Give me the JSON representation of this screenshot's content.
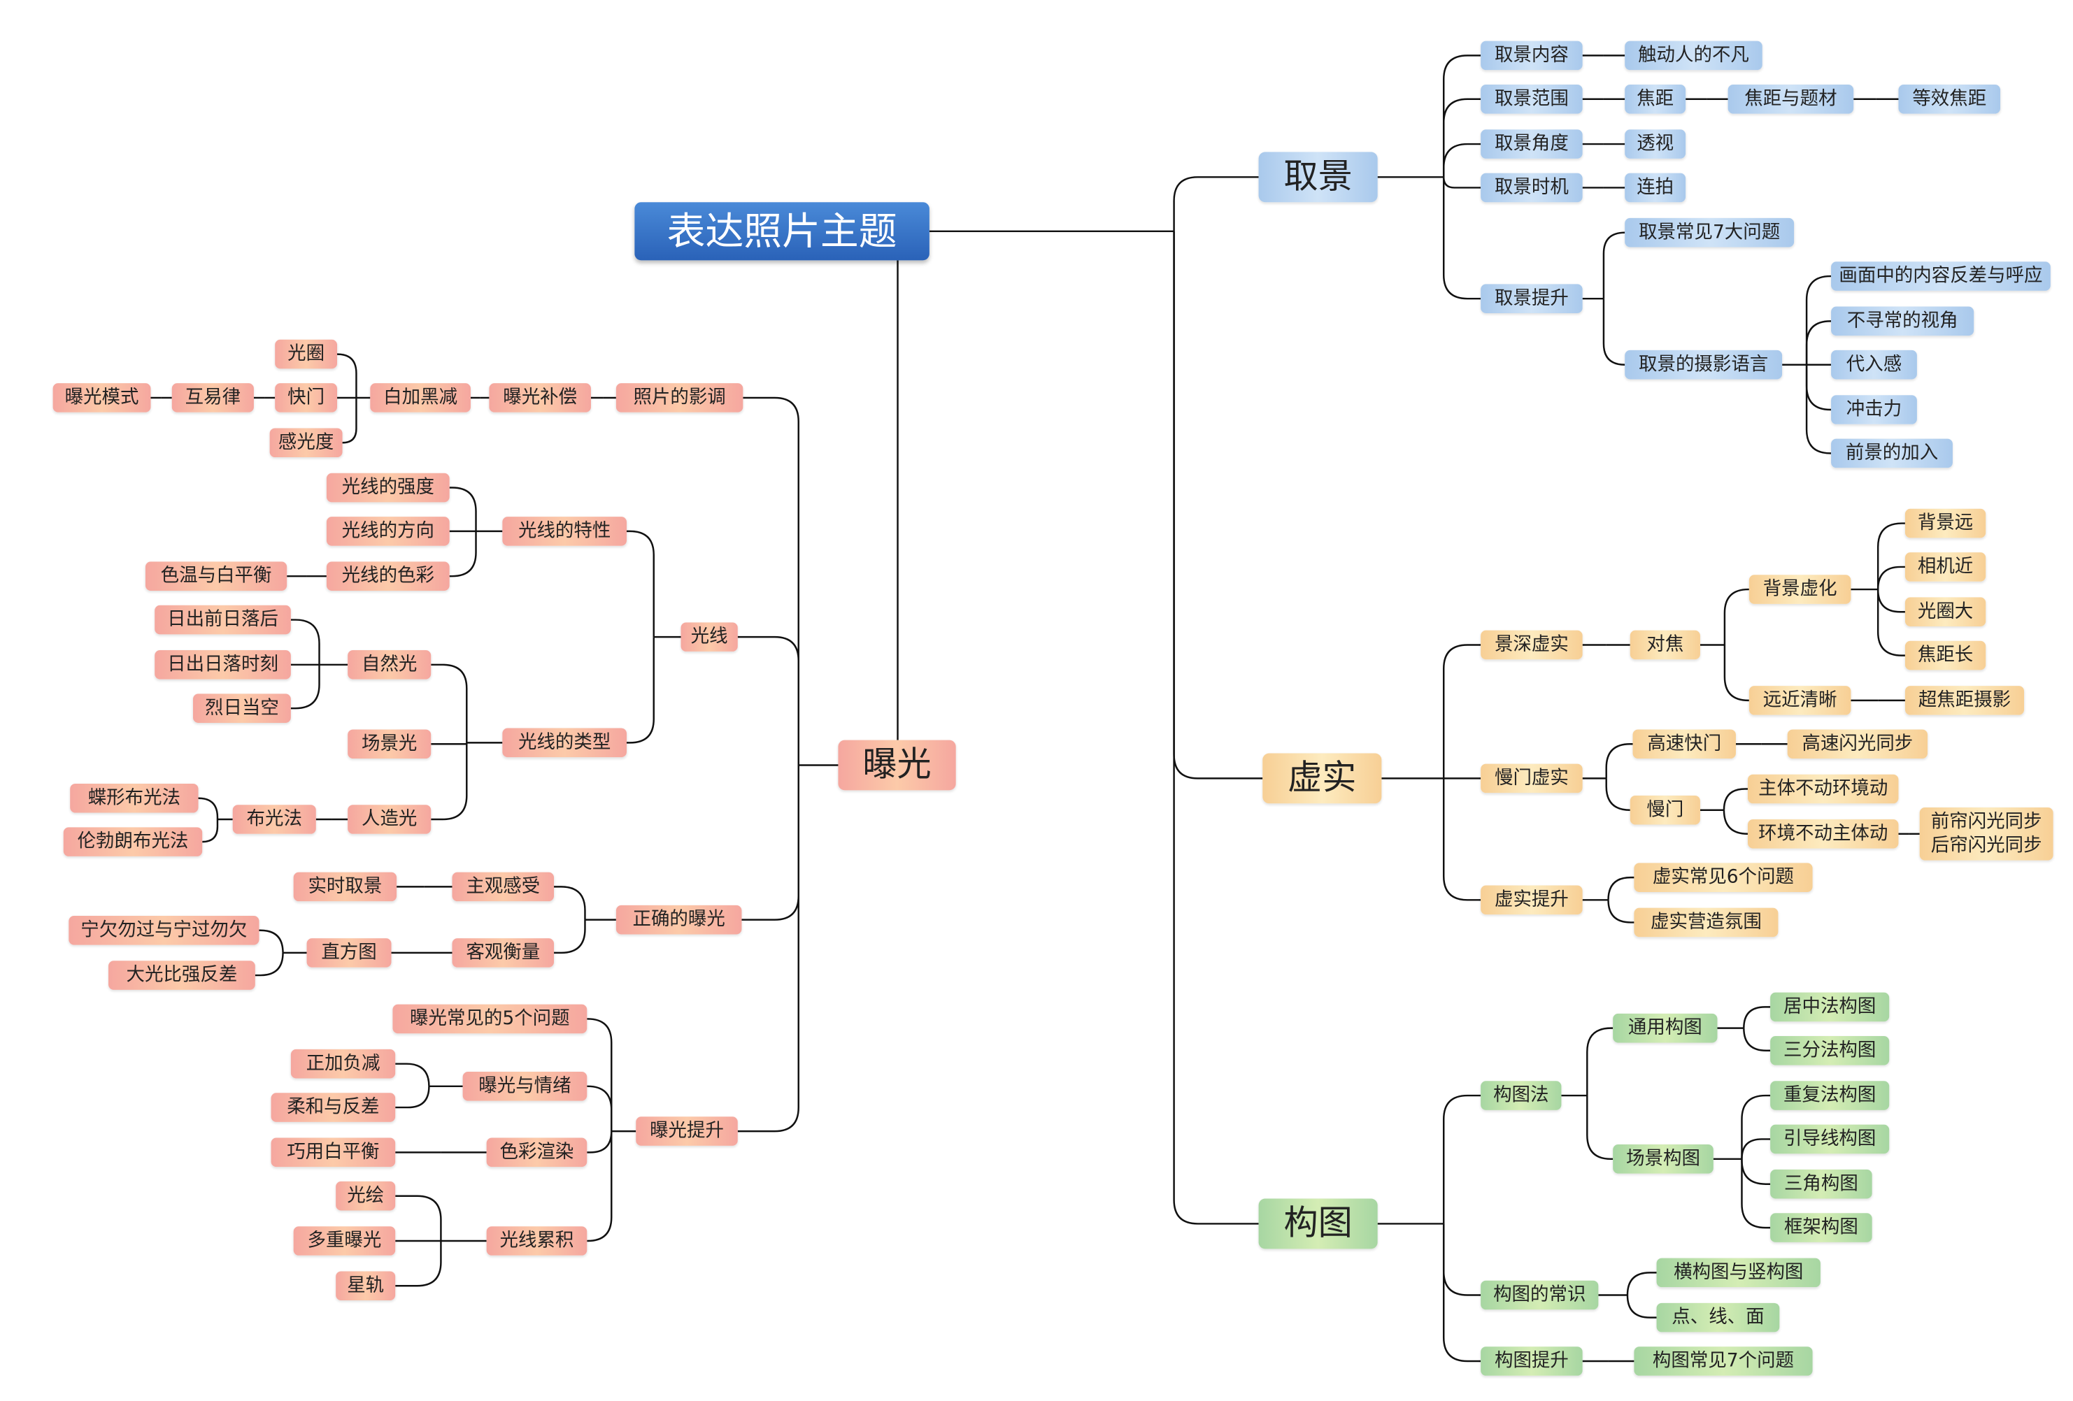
{
  "colors": {
    "root": "#2f6fc4",
    "取景": "#b8d4f1",
    "虚实": "#fadcaa",
    "构图": "#bde1ab",
    "曝光": "#f8b8a4",
    "line": "#111111"
  },
  "nodes": [
    {
      "id": "root",
      "label": "表达照片主题",
      "parent": null,
      "branch": "root"
    },
    {
      "id": "qj",
      "label": "取景",
      "parent": "root",
      "branch": "qj"
    },
    {
      "id": "xs",
      "label": "虚实",
      "parent": "root",
      "branch": "xs"
    },
    {
      "id": "gt",
      "label": "构图",
      "parent": "root",
      "branch": "gt"
    },
    {
      "id": "bg",
      "label": "曝光",
      "parent": "root",
      "branch": "bg"
    },
    {
      "id": "qj1",
      "label": "取景内容",
      "parent": "qj",
      "branch": "qj"
    },
    {
      "id": "qj1a",
      "label": "触动人的不凡",
      "parent": "qj1",
      "branch": "qj"
    },
    {
      "id": "qj2",
      "label": "取景范围",
      "parent": "qj",
      "branch": "qj"
    },
    {
      "id": "qj2a",
      "label": "焦距",
      "parent": "qj2",
      "branch": "qj"
    },
    {
      "id": "qj2b",
      "label": "焦距与题材",
      "parent": "qj2a",
      "branch": "qj"
    },
    {
      "id": "qj2c",
      "label": "等效焦距",
      "parent": "qj2b",
      "branch": "qj"
    },
    {
      "id": "qj3",
      "label": "取景角度",
      "parent": "qj",
      "branch": "qj"
    },
    {
      "id": "qj3a",
      "label": "透视",
      "parent": "qj3",
      "branch": "qj"
    },
    {
      "id": "qj4",
      "label": "取景时机",
      "parent": "qj",
      "branch": "qj"
    },
    {
      "id": "qj4a",
      "label": "连拍",
      "parent": "qj4",
      "branch": "qj"
    },
    {
      "id": "qj5",
      "label": "取景提升",
      "parent": "qj",
      "branch": "qj"
    },
    {
      "id": "qj5a",
      "label": "取景常见7大问题",
      "parent": "qj5",
      "branch": "qj"
    },
    {
      "id": "qj5b",
      "label": "取景的摄影语言",
      "parent": "qj5",
      "branch": "qj"
    },
    {
      "id": "qj5b1",
      "label": "画面中的内容反差与呼应",
      "parent": "qj5b",
      "branch": "qj"
    },
    {
      "id": "qj5b2",
      "label": "不寻常的视角",
      "parent": "qj5b",
      "branch": "qj"
    },
    {
      "id": "qj5b3",
      "label": "代入感",
      "parent": "qj5b",
      "branch": "qj"
    },
    {
      "id": "qj5b4",
      "label": "冲击力",
      "parent": "qj5b",
      "branch": "qj"
    },
    {
      "id": "qj5b5",
      "label": "前景的加入",
      "parent": "qj5b",
      "branch": "qj"
    },
    {
      "id": "xs1",
      "label": "景深虚实",
      "parent": "xs",
      "branch": "xs"
    },
    {
      "id": "xs1a",
      "label": "对焦",
      "parent": "xs1",
      "branch": "xs"
    },
    {
      "id": "xs1a1",
      "label": "背景虚化",
      "parent": "xs1a",
      "branch": "xs"
    },
    {
      "id": "xs1a1a",
      "label": "背景远",
      "parent": "xs1a1",
      "branch": "xs"
    },
    {
      "id": "xs1a1b",
      "label": "相机近",
      "parent": "xs1a1",
      "branch": "xs"
    },
    {
      "id": "xs1a1c",
      "label": "光圈大",
      "parent": "xs1a1",
      "branch": "xs"
    },
    {
      "id": "xs1a1d",
      "label": "焦距长",
      "parent": "xs1a1",
      "branch": "xs"
    },
    {
      "id": "xs1a2",
      "label": "远近清晰",
      "parent": "xs1a",
      "branch": "xs"
    },
    {
      "id": "xs1a2a",
      "label": "超焦距摄影",
      "parent": "xs1a2",
      "branch": "xs"
    },
    {
      "id": "xs2",
      "label": "慢门虚实",
      "parent": "xs",
      "branch": "xs"
    },
    {
      "id": "xs2a",
      "label": "高速快门",
      "parent": "xs2",
      "branch": "xs"
    },
    {
      "id": "xs2a1",
      "label": "高速闪光同步",
      "parent": "xs2a",
      "branch": "xs"
    },
    {
      "id": "xs2b",
      "label": "慢门",
      "parent": "xs2",
      "branch": "xs"
    },
    {
      "id": "xs2b1",
      "label": "主体不动环境动",
      "parent": "xs2b",
      "branch": "xs"
    },
    {
      "id": "xs2b2",
      "label": "环境不动主体动",
      "parent": "xs2b",
      "branch": "xs"
    },
    {
      "id": "xs2b2a",
      "label": "前帘闪光同步\n后帘闪光同步",
      "parent": "xs2b2",
      "branch": "xs"
    },
    {
      "id": "xs3",
      "label": "虚实提升",
      "parent": "xs",
      "branch": "xs"
    },
    {
      "id": "xs3a",
      "label": "虚实常见6个问题",
      "parent": "xs3",
      "branch": "xs"
    },
    {
      "id": "xs3b",
      "label": "虚实营造氛围",
      "parent": "xs3",
      "branch": "xs"
    },
    {
      "id": "gt1",
      "label": "构图法",
      "parent": "gt",
      "branch": "gt"
    },
    {
      "id": "gt1a",
      "label": "通用构图",
      "parent": "gt1",
      "branch": "gt"
    },
    {
      "id": "gt1a1",
      "label": "居中法构图",
      "parent": "gt1a",
      "branch": "gt"
    },
    {
      "id": "gt1a2",
      "label": "三分法构图",
      "parent": "gt1a",
      "branch": "gt"
    },
    {
      "id": "gt1b",
      "label": "场景构图",
      "parent": "gt1",
      "branch": "gt"
    },
    {
      "id": "gt1b1",
      "label": "重复法构图",
      "parent": "gt1b",
      "branch": "gt"
    },
    {
      "id": "gt1b2",
      "label": "引导线构图",
      "parent": "gt1b",
      "branch": "gt"
    },
    {
      "id": "gt1b3",
      "label": "三角构图",
      "parent": "gt1b",
      "branch": "gt"
    },
    {
      "id": "gt1b4",
      "label": "框架构图",
      "parent": "gt1b",
      "branch": "gt"
    },
    {
      "id": "gt2",
      "label": "构图的常识",
      "parent": "gt",
      "branch": "gt"
    },
    {
      "id": "gt2a",
      "label": "横构图与竖构图",
      "parent": "gt2",
      "branch": "gt"
    },
    {
      "id": "gt2b",
      "label": "点、线、面",
      "parent": "gt2",
      "branch": "gt"
    },
    {
      "id": "gt3",
      "label": "构图提升",
      "parent": "gt",
      "branch": "gt"
    },
    {
      "id": "gt3a",
      "label": "构图常见7个问题",
      "parent": "gt3",
      "branch": "gt"
    },
    {
      "id": "bg1",
      "label": "照片的影调",
      "parent": "bg",
      "branch": "bg"
    },
    {
      "id": "bg1a",
      "label": "曝光补偿",
      "parent": "bg1",
      "branch": "bg"
    },
    {
      "id": "bg1b",
      "label": "白加黑减",
      "parent": "bg1a",
      "branch": "bg"
    },
    {
      "id": "bg1c1",
      "label": "光圈",
      "parent": "bg1b",
      "branch": "bg"
    },
    {
      "id": "bg1c2",
      "label": "快门",
      "parent": "bg1b",
      "branch": "bg"
    },
    {
      "id": "bg1c3",
      "label": "感光度",
      "parent": "bg1b",
      "branch": "bg"
    },
    {
      "id": "bg1d",
      "label": "互易律",
      "parent": "bg1c2",
      "branch": "bg"
    },
    {
      "id": "bg1e",
      "label": "曝光模式",
      "parent": "bg1d",
      "branch": "bg"
    },
    {
      "id": "bg2",
      "label": "光线",
      "parent": "bg",
      "branch": "bg"
    },
    {
      "id": "bg2a",
      "label": "光线的特性",
      "parent": "bg2",
      "branch": "bg"
    },
    {
      "id": "bg2a1",
      "label": "光线的强度",
      "parent": "bg2a",
      "branch": "bg"
    },
    {
      "id": "bg2a2",
      "label": "光线的方向",
      "parent": "bg2a",
      "branch": "bg"
    },
    {
      "id": "bg2a3",
      "label": "光线的色彩",
      "parent": "bg2a",
      "branch": "bg"
    },
    {
      "id": "bg2a3a",
      "label": "色温与白平衡",
      "parent": "bg2a3",
      "branch": "bg"
    },
    {
      "id": "bg2b",
      "label": "光线的类型",
      "parent": "bg2",
      "branch": "bg"
    },
    {
      "id": "bg2b1",
      "label": "自然光",
      "parent": "bg2b",
      "branch": "bg"
    },
    {
      "id": "bg2b1a",
      "label": "日出前日落后",
      "parent": "bg2b1",
      "branch": "bg"
    },
    {
      "id": "bg2b1b",
      "label": "日出日落时刻",
      "parent": "bg2b1",
      "branch": "bg"
    },
    {
      "id": "bg2b1c",
      "label": "烈日当空",
      "parent": "bg2b1",
      "branch": "bg"
    },
    {
      "id": "bg2b2",
      "label": "场景光",
      "parent": "bg2b",
      "branch": "bg"
    },
    {
      "id": "bg2b3",
      "label": "人造光",
      "parent": "bg2b",
      "branch": "bg"
    },
    {
      "id": "bg2b3a",
      "label": "布光法",
      "parent": "bg2b3",
      "branch": "bg"
    },
    {
      "id": "bg2b3a1",
      "label": "蝶形布光法",
      "parent": "bg2b3a",
      "branch": "bg"
    },
    {
      "id": "bg2b3a2",
      "label": "伦勃朗布光法",
      "parent": "bg2b3a",
      "branch": "bg"
    },
    {
      "id": "bg3",
      "label": "正确的曝光",
      "parent": "bg",
      "branch": "bg"
    },
    {
      "id": "bg3a",
      "label": "主观感受",
      "parent": "bg3",
      "branch": "bg"
    },
    {
      "id": "bg3a1",
      "label": "实时取景",
      "parent": "bg3a",
      "branch": "bg"
    },
    {
      "id": "bg3b",
      "label": "客观衡量",
      "parent": "bg3",
      "branch": "bg"
    },
    {
      "id": "bg3b1",
      "label": "直方图",
      "parent": "bg3b",
      "branch": "bg"
    },
    {
      "id": "bg3b1a",
      "label": "宁欠勿过与宁过勿欠",
      "parent": "bg3b1",
      "branch": "bg"
    },
    {
      "id": "bg3b1b",
      "label": "大光比强反差",
      "parent": "bg3b1",
      "branch": "bg"
    },
    {
      "id": "bg4",
      "label": "曝光提升",
      "parent": "bg",
      "branch": "bg"
    },
    {
      "id": "bg4a",
      "label": "曝光常见的5个问题",
      "parent": "bg4",
      "branch": "bg"
    },
    {
      "id": "bg4b",
      "label": "曝光与情绪",
      "parent": "bg4",
      "branch": "bg"
    },
    {
      "id": "bg4b1",
      "label": "正加负减",
      "parent": "bg4b",
      "branch": "bg"
    },
    {
      "id": "bg4b2",
      "label": "柔和与反差",
      "parent": "bg4b",
      "branch": "bg"
    },
    {
      "id": "bg4c",
      "label": "色彩渲染",
      "parent": "bg4",
      "branch": "bg"
    },
    {
      "id": "bg4c1",
      "label": "巧用白平衡",
      "parent": "bg4c",
      "branch": "bg"
    },
    {
      "id": "bg4d",
      "label": "光线累积",
      "parent": "bg4",
      "branch": "bg"
    },
    {
      "id": "bg4d1",
      "label": "光绘",
      "parent": "bg4d",
      "branch": "bg"
    },
    {
      "id": "bg4d2",
      "label": "多重曝光",
      "parent": "bg4d",
      "branch": "bg"
    },
    {
      "id": "bg4d3",
      "label": "星轨",
      "parent": "bg4d",
      "branch": "bg"
    }
  ]
}
